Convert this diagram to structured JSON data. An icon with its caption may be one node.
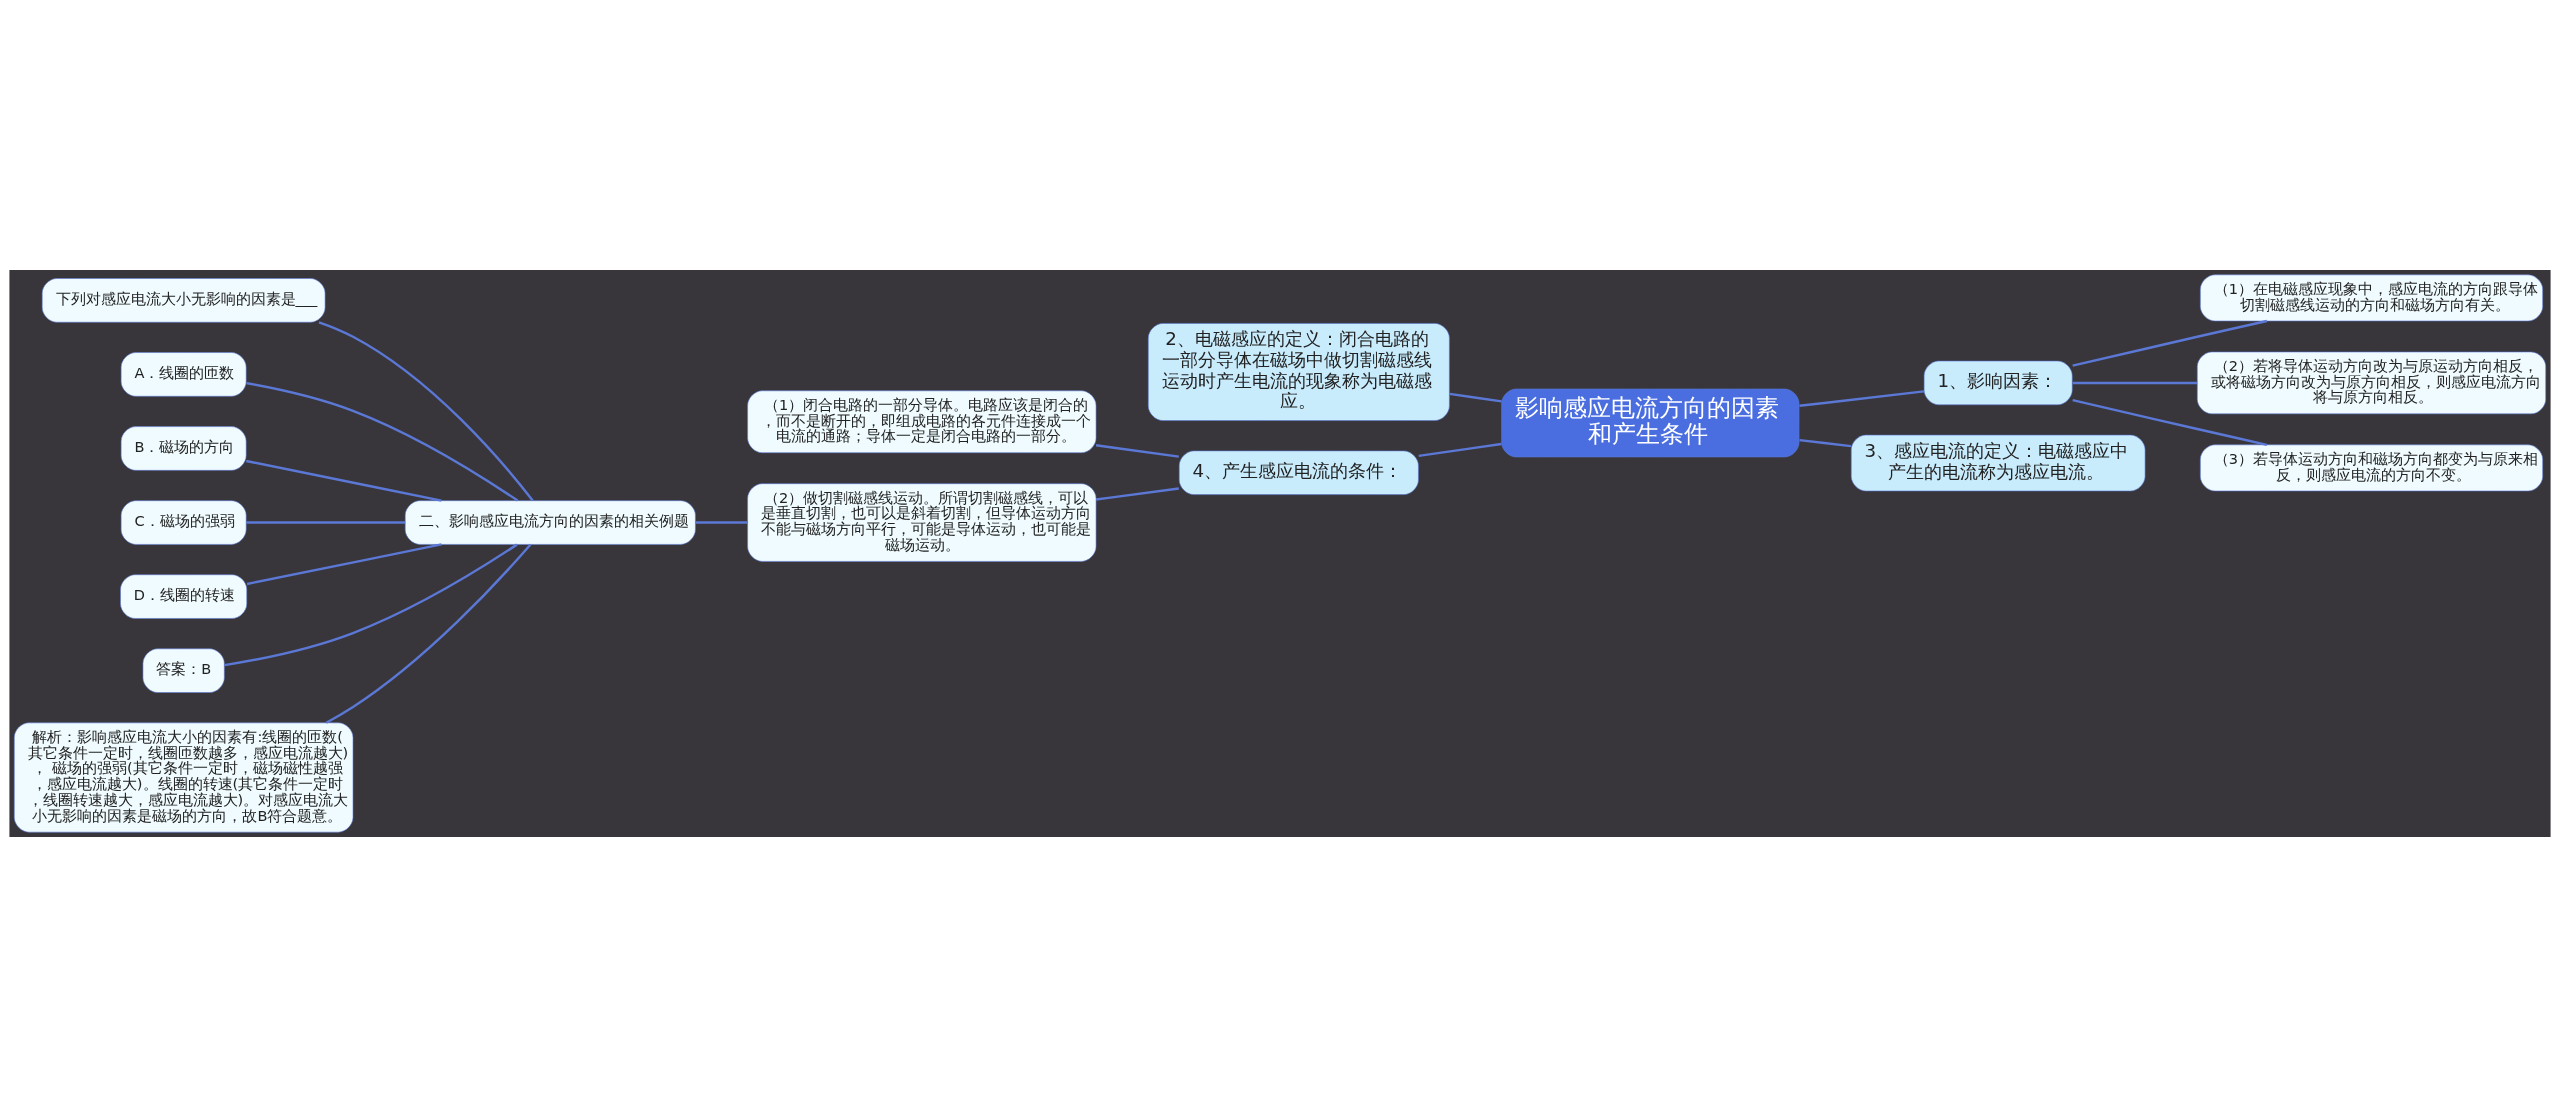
{
  "diagram": {
    "nodes": [
      {
        "text": [
          "影响感应电流方向的因素和产生条件"
        ]
      },
      {
        "text": [
          "1、影响因素："
        ]
      },
      {
        "text": [
          "（1）在电磁感应现象中，感应电流的方向跟导体切割磁感线运动的方向和磁场方向有关。"
        ]
      },
      {
        "text": [
          "（2）若将导体运动方向改为与原运动方向相反，或将磁场方向改为与原方向相反，则感应电流方向将与原方向相反。"
        ]
      },
      {
        "text": [
          "（3）若导体运动方向和磁场方向都变为与原来相反，则感应电流的方向不变。"
        ]
      },
      {
        "text": [
          "3、感应电流的定义：电磁感应中产生的电流称为感应电流。"
        ]
      },
      {
        "text": [
          "2、电磁感应的定义：闭合电路的一部分导体在磁场中做切割磁感线运动时产生电流的现象称为电磁感应。"
        ]
      },
      {
        "text": [
          "4、产生感应电流的条件："
        ]
      },
      {
        "text": [
          "（1）闭合电路的一部分导体。电路应该是闭合的，而不是断开的，即组成电路的各元件连接成一个电流的通路；导体一定是闭合电路的一部分。"
        ]
      },
      {
        "text": [
          "（2）做切割磁感线运动。所谓切割磁感线，可以是垂直切割，也可以是斜着切割，但导体运动方向不能与磁场方向平行，可能是导体运动，也可能是磁场运动。"
        ]
      },
      {
        "text": [
          "二、影响感应电流方向的因素的相关例题"
        ]
      },
      {
        "text": [
          "下列对感应电流大小无影响的因素是___"
        ]
      },
      {
        "text": [
          "A．线圈的匝数"
        ]
      },
      {
        "text": [
          "B．磁场的方向"
        ]
      },
      {
        "text": [
          "C．磁场的强弱"
        ]
      },
      {
        "text": [
          "D．线圈的转速"
        ]
      },
      {
        "text": [
          "答案：B"
        ]
      },
      {
        "text": [
          "解析：影响感应电流大小的因素有:线圈的匝数(其它条件一定时，线圈匝数越多，感应电流越大)， 磁场的强弱(其它条件一定时，磁场磁性越强，感应电流越大)。线圈的转速(其它条件一定时，线圈转速越大，感应电流越大)。对感应电流大小无影响的因素是磁场的方向，故B符合题意。"
        ]
      }
    ],
    "edges": [
      {
        "from": 0,
        "to": 1,
        "arrow": "none"
      },
      {
        "from": 1,
        "to": 2,
        "arrow": "none"
      },
      {
        "from": 1,
        "to": 3,
        "arrow": "none"
      },
      {
        "from": 1,
        "to": 4,
        "arrow": "none"
      },
      {
        "from": 0,
        "to": 5,
        "arrow": "none"
      },
      {
        "from": 0,
        "to": 6,
        "arrow": "none"
      },
      {
        "from": 0,
        "to": 7,
        "arrow": "none"
      },
      {
        "from": 7,
        "to": 8,
        "arrow": "none"
      },
      {
        "from": 7,
        "to": 9,
        "arrow": "none"
      },
      {
        "from": 9,
        "to": 10,
        "arrow": "none"
      },
      {
        "from": 10,
        "to": 11,
        "arrow": "none"
      },
      {
        "from": 10,
        "to": 12,
        "arrow": "none"
      },
      {
        "from": 10,
        "to": 13,
        "arrow": "none"
      },
      {
        "from": 10,
        "to": 14,
        "arrow": "none"
      },
      {
        "from": 10,
        "to": 15,
        "arrow": "none"
      },
      {
        "from": 10,
        "to": 16,
        "arrow": "none"
      },
      {
        "from": 10,
        "to": 17,
        "arrow": "none"
      }
    ]
  }
}
